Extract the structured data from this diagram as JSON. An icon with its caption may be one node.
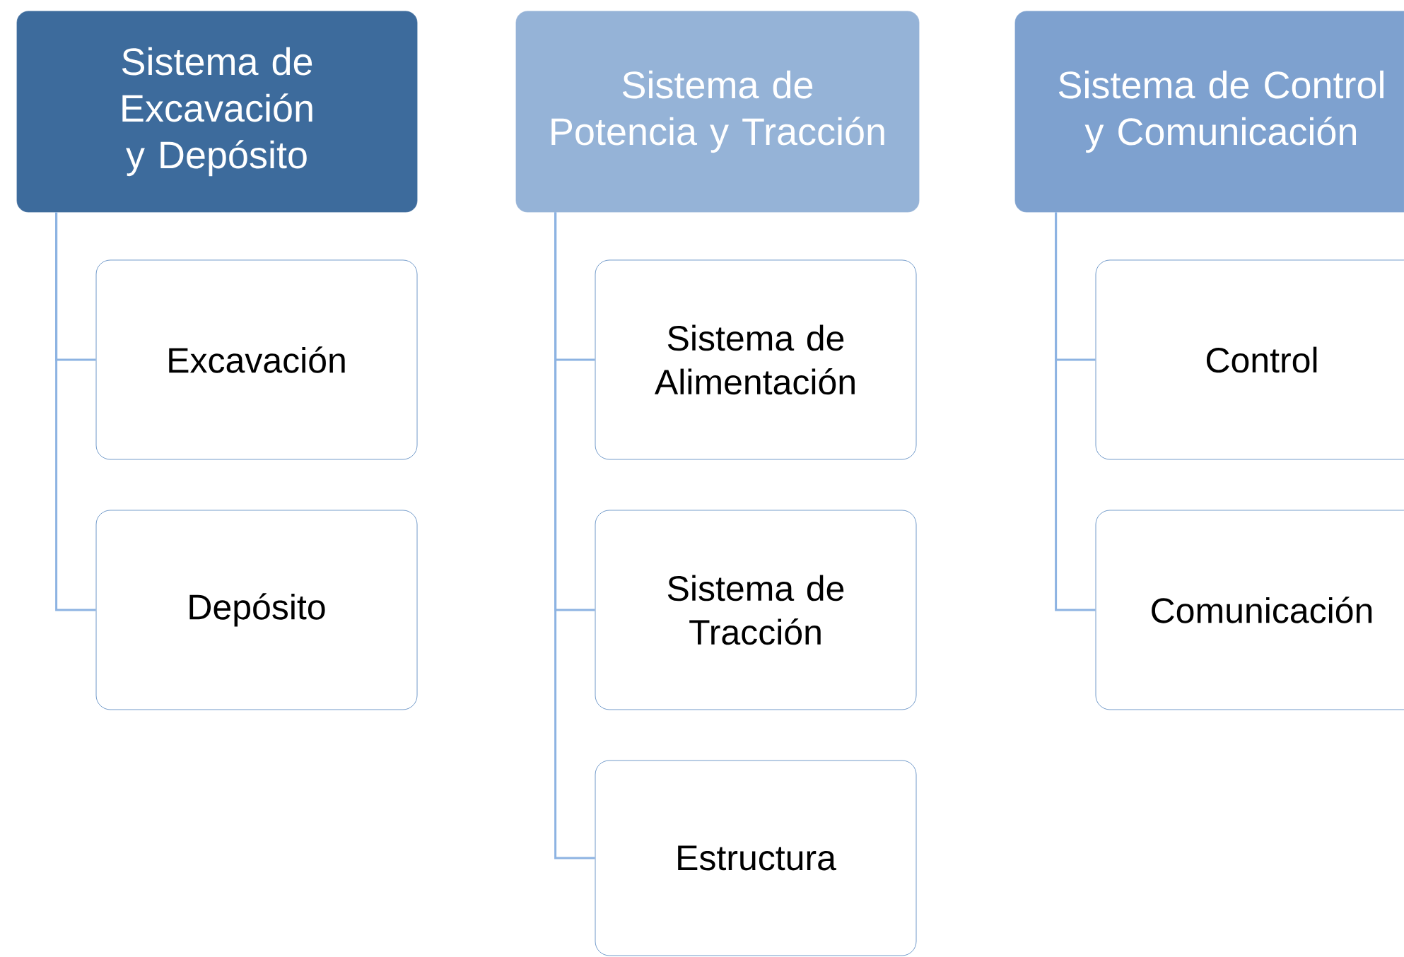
{
  "diagram": {
    "nodes": [
      {
        "text": [
          "Sistema de Excavación y Depósito"
        ]
      },
      {
        "text": [
          "Excavación"
        ]
      },
      {
        "text": [
          "Depósito"
        ]
      },
      {
        "text": [
          "Sistema de Potencia y Tracción"
        ]
      },
      {
        "text": [
          "Sistema de Alimentación"
        ]
      },
      {
        "text": [
          "Sistema de Tracción"
        ]
      },
      {
        "text": [
          "Estructura"
        ]
      },
      {
        "text": [
          "Sistema de Control y Comunicación"
        ]
      },
      {
        "text": [
          "Control"
        ]
      },
      {
        "text": [
          "Comunicación"
        ]
      }
    ],
    "edges": [
      {
        "from": 0,
        "to": 1,
        "arrow": "none"
      },
      {
        "from": 0,
        "to": 2,
        "arrow": "none"
      },
      {
        "from": 3,
        "to": 4,
        "arrow": "none"
      },
      {
        "from": 3,
        "to": 5,
        "arrow": "none"
      },
      {
        "from": 3,
        "to": 6,
        "arrow": "none"
      },
      {
        "from": 7,
        "to": 8,
        "arrow": "none"
      },
      {
        "from": 7,
        "to": 9,
        "arrow": "none"
      }
    ]
  }
}
